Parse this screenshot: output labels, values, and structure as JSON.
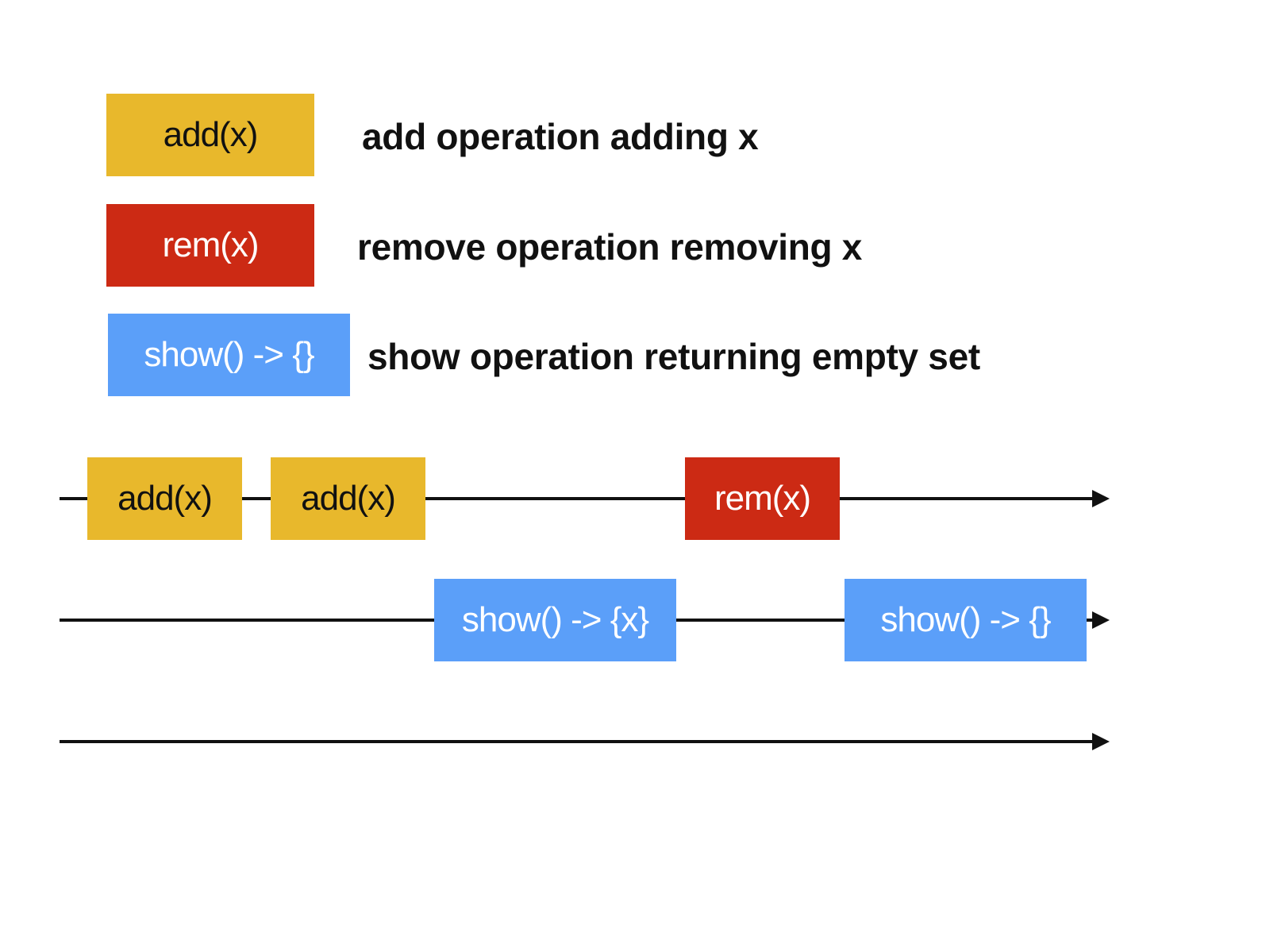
{
  "colors": {
    "add": "#e8b82c",
    "remove": "#cc2a14",
    "show": "#5b9ff9",
    "line": "#111111"
  },
  "legend": {
    "add": {
      "box_label": "add(x)",
      "description": "add operation adding x"
    },
    "remove": {
      "box_label": "rem(x)",
      "description": "remove operation removing x"
    },
    "show": {
      "box_label": "show() -> {}",
      "description": "show operation returning empty set"
    }
  },
  "timelines": [
    {
      "operations": [
        {
          "type": "add",
          "label": "add(x)"
        },
        {
          "type": "add",
          "label": "add(x)"
        },
        {
          "type": "remove",
          "label": "rem(x)"
        }
      ]
    },
    {
      "operations": [
        {
          "type": "show",
          "label": "show() -> {x}"
        },
        {
          "type": "show",
          "label": "show() -> {}"
        }
      ]
    },
    {
      "operations": []
    }
  ]
}
